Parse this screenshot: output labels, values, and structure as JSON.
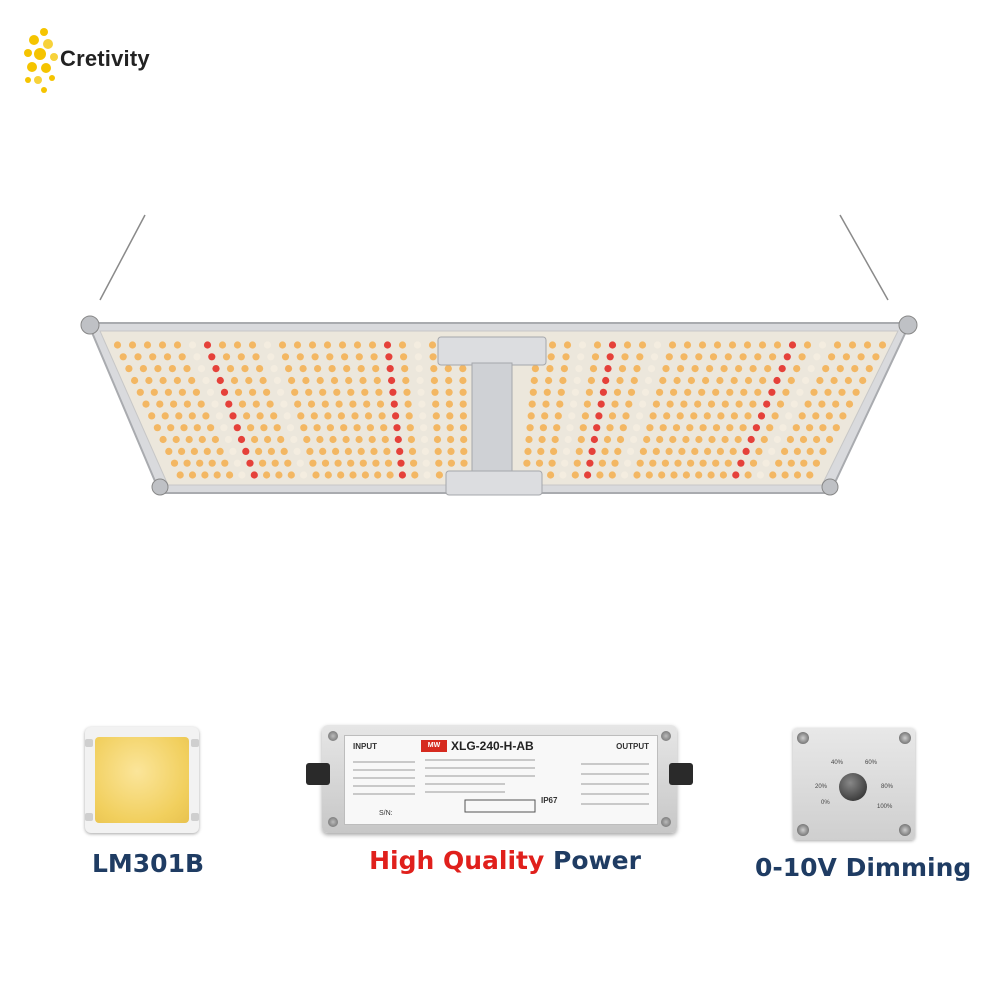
{
  "brand": {
    "name": "Cretivity",
    "logo_icon": "yellow-dots-cluster-icon",
    "accent": "#f5c400"
  },
  "captions": {
    "led": "LM301B",
    "power_highlight": "High Quality",
    "power_rest": "Power",
    "dimming": "0-10V Dimming"
  },
  "driver": {
    "input_label": "INPUT",
    "output_label": "OUTPUT",
    "model": "XLG-240-H-AB",
    "brand_mark": "MW",
    "ip_rating": "IP67",
    "serial_label": "S/N:"
  },
  "dimmer": {
    "marks": [
      "0%",
      "20%",
      "40%",
      "60%",
      "80%",
      "100%"
    ]
  },
  "colors": {
    "caption_blue": "#1f3c63",
    "caption_red": "#e0201c",
    "led_warm": "#f3b763",
    "led_white": "#f4ede0",
    "led_red": "#e5413a"
  }
}
